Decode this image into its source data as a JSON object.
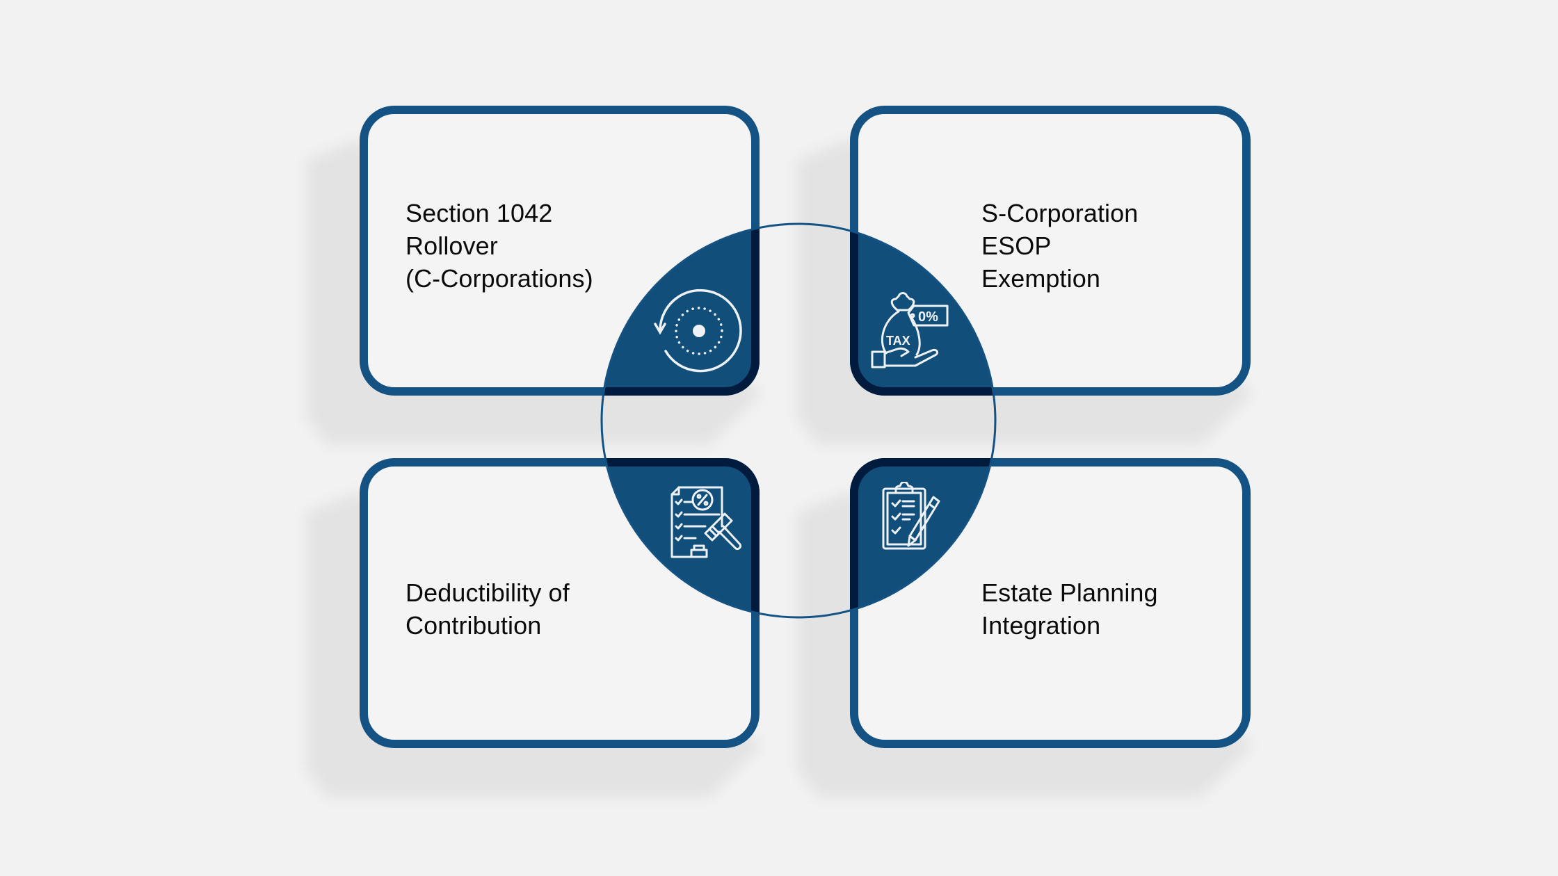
{
  "diagram": {
    "type": "four-quadrant-cards-with-center-circle",
    "colors": {
      "background": "#f2f2f2",
      "card_fill": "#f4f4f4",
      "card_border": "#135283",
      "circle_fill": "#114f7a",
      "overlap_border": "#011b3f",
      "circle_outline": "#135283",
      "icon_stroke": "#eef2f6",
      "text": "#0a0a0a"
    },
    "cards": [
      {
        "id": "top-left",
        "label": "Section 1042\nRollover\n(C-Corporations)",
        "icon": "rollover-cycle-icon"
      },
      {
        "id": "top-right",
        "label": "S-Corporation\nESOP\nExemption",
        "icon": "tax-zero-percent-icon"
      },
      {
        "id": "bottom-left",
        "label": "Deductibility of\nContribution",
        "icon": "tax-document-gavel-icon"
      },
      {
        "id": "bottom-right",
        "label": "Estate Planning\nIntegration",
        "icon": "clipboard-checklist-icon"
      }
    ],
    "icon_text": {
      "tax_bag": "TAX",
      "tag": "0%",
      "doc_symbol": "%"
    }
  }
}
